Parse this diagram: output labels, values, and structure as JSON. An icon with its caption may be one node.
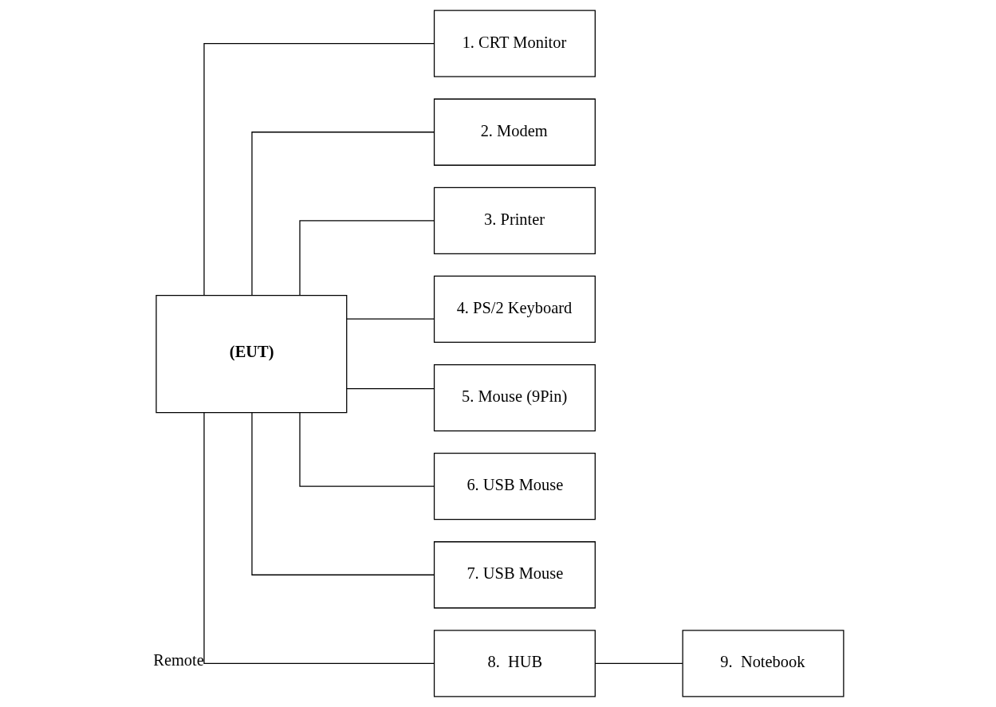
{
  "diagram": {
    "nodes": [
      {
        "text": [
          "(EUT)"
        ]
      },
      {
        "text": [
          "1. CRT Monitor"
        ]
      },
      {
        "text": [
          "2. Modem"
        ]
      },
      {
        "text": [
          "3. Printer"
        ]
      },
      {
        "text": [
          "4. PS/2 Keyboard"
        ]
      },
      {
        "text": [
          "5. Mouse (9Pin)"
        ]
      },
      {
        "text": [
          "6. USB Mouse"
        ]
      },
      {
        "text": [
          "7. USB Mouse"
        ]
      },
      {
        "text": [
          "8.  HUB"
        ]
      },
      {
        "text": [
          "9.  Notebook"
        ]
      }
    ],
    "edges": [
      {
        "from": 0,
        "to": 1,
        "arrow": "none"
      },
      {
        "from": 0,
        "to": 2,
        "arrow": "none"
      },
      {
        "from": 0,
        "to": 3,
        "arrow": "none"
      },
      {
        "from": 0,
        "to": 4,
        "arrow": "none"
      },
      {
        "from": 0,
        "to": 5,
        "arrow": "none"
      },
      {
        "from": 0,
        "to": 6,
        "arrow": "none"
      },
      {
        "from": 0,
        "to": 7,
        "arrow": "none"
      },
      {
        "from": 0,
        "to": 8,
        "arrow": "none",
        "label": "Remote"
      },
      {
        "from": 8,
        "to": 9,
        "arrow": "none"
      }
    ]
  }
}
